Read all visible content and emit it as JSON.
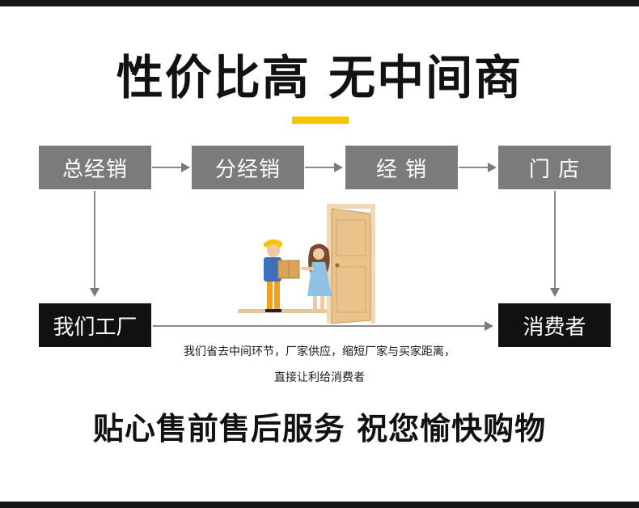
{
  "headline": "性价比高 无中间商",
  "flow": {
    "steps": [
      "总经销",
      "分经销",
      "经 销",
      "门 店"
    ],
    "factory": "我们工厂",
    "consumer": "消费者"
  },
  "note": {
    "line1": "我们省去中间环节，厂家供应，缩短厂家与买家距离，",
    "line2": "直接让利给消费者"
  },
  "footer": "贴心售前售后服务 祝您愉快购物",
  "colors": {
    "accent": "#f5c400",
    "box_gray": "#7b7b7b",
    "box_dark": "#111111"
  }
}
